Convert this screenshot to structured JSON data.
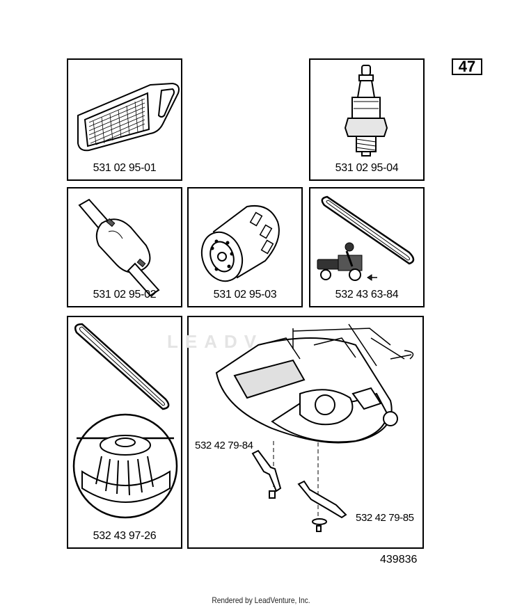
{
  "page_number": "47",
  "drawing_id": "439836",
  "footer": "Rendered by LeadVenture, Inc.",
  "watermark_text": "LEADV",
  "panels": [
    {
      "part_number": "531 02 95-01",
      "item": "air-filter"
    },
    {
      "part_number": "531 02 95-04",
      "item": "spark-plug"
    },
    {
      "part_number": "531 02 95-02",
      "item": "fuel-filter"
    },
    {
      "part_number": "531 02 95-03",
      "item": "oil-filter"
    },
    {
      "part_number": "532 43 63-84",
      "item": "drive-belt"
    },
    {
      "part_number": "532 43 97-26",
      "item": "deck-belt-and-pulley"
    }
  ],
  "deck_callouts": {
    "left_blade": "532 42 79-84",
    "right_blade": "532 42 79-85"
  }
}
